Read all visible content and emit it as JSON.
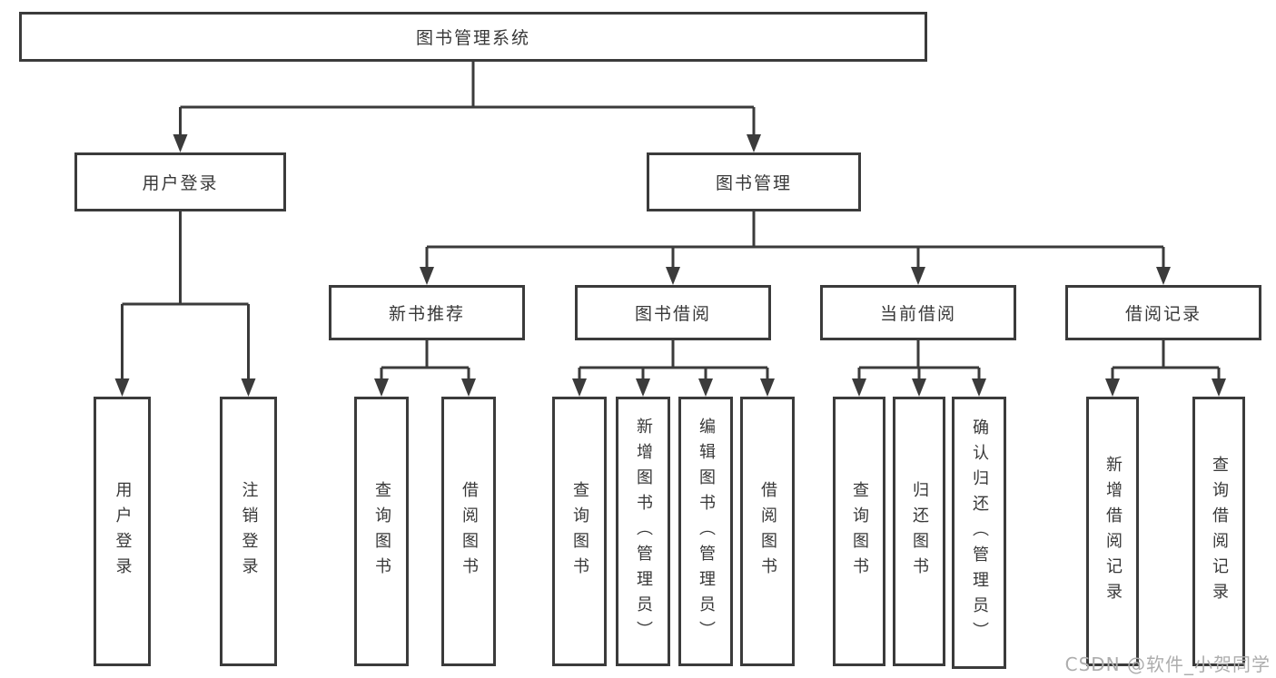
{
  "diagram": {
    "root": {
      "label": "图书管理系统"
    },
    "login": {
      "label": "用户登录",
      "children": [
        {
          "label": "用户登录"
        },
        {
          "label": "注销登录"
        }
      ]
    },
    "management": {
      "label": "图书管理",
      "sections": [
        {
          "label": "新书推荐",
          "children": [
            {
              "label": "查询图书"
            },
            {
              "label": "借阅图书"
            }
          ]
        },
        {
          "label": "图书借阅",
          "children": [
            {
              "label": "查询图书"
            },
            {
              "label": "新增图书（管理员）"
            },
            {
              "label": "编辑图书（管理员）"
            },
            {
              "label": "借阅图书"
            }
          ]
        },
        {
          "label": "当前借阅",
          "children": [
            {
              "label": "查询图书"
            },
            {
              "label": "归还图书"
            },
            {
              "label": "确认归还（管理员）"
            }
          ]
        },
        {
          "label": "借阅记录",
          "children": [
            {
              "label": "新增借阅记录"
            },
            {
              "label": "查询借阅记录"
            }
          ]
        }
      ]
    },
    "colors": {
      "line": "#3b3b3b",
      "text": "#383838",
      "watermark": "#adadad",
      "background": "#ffffff"
    }
  },
  "watermark": {
    "text": "CSDN @软件_小贺同学"
  }
}
